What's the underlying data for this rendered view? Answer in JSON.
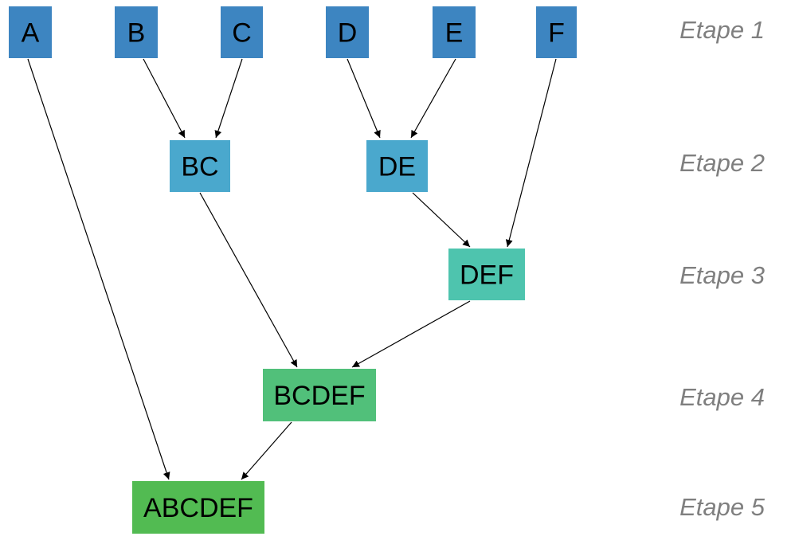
{
  "colors": {
    "level1": "#3d85c1",
    "level2": "#4aa8cd",
    "level3": "#4ec4ae",
    "level4": "#51c07a",
    "level5": "#52bb52",
    "step_text": "#7f7f7f",
    "edge": "#000000"
  },
  "nodes": {
    "a": {
      "label": "A",
      "level": 1
    },
    "b": {
      "label": "B",
      "level": 1
    },
    "c": {
      "label": "C",
      "level": 1
    },
    "d": {
      "label": "D",
      "level": 1
    },
    "e": {
      "label": "E",
      "level": 1
    },
    "f": {
      "label": "F",
      "level": 1
    },
    "bc": {
      "label": "BC",
      "level": 2
    },
    "de": {
      "label": "DE",
      "level": 2
    },
    "def": {
      "label": "DEF",
      "level": 3
    },
    "bcdef": {
      "label": "BCDEF",
      "level": 4
    },
    "abcdef": {
      "label": "ABCDEF",
      "level": 5
    }
  },
  "edges": [
    {
      "from": "a",
      "to": "abcdef"
    },
    {
      "from": "b",
      "to": "bc"
    },
    {
      "from": "c",
      "to": "bc"
    },
    {
      "from": "d",
      "to": "de"
    },
    {
      "from": "e",
      "to": "de"
    },
    {
      "from": "f",
      "to": "def"
    },
    {
      "from": "bc",
      "to": "bcdef"
    },
    {
      "from": "de",
      "to": "def"
    },
    {
      "from": "def",
      "to": "bcdef"
    },
    {
      "from": "bcdef",
      "to": "abcdef"
    }
  ],
  "steps": [
    {
      "label": "Etape 1"
    },
    {
      "label": "Etape 2"
    },
    {
      "label": "Etape 3"
    },
    {
      "label": "Etape 4"
    },
    {
      "label": "Etape 5"
    }
  ]
}
